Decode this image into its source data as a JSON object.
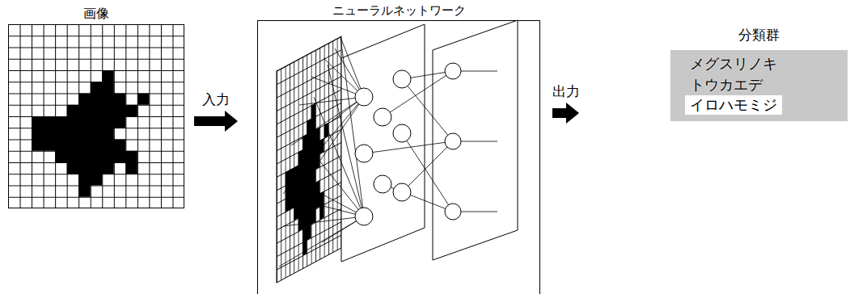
{
  "diagram": {
    "nodes": [
      {
        "text": [
          "画像"
        ]
      },
      {
        "text": [
          "ニューラルネットワーク"
        ]
      },
      {
        "text": [
          "分類群",
          "メグスリノキ",
          "トウカエデ"
        ]
      },
      {
        "text": [
          "イロハモミジ"
        ],
        "in": 2
      }
    ],
    "edges": [
      {
        "from": 0,
        "to": 1,
        "arrow": "to",
        "label": "入力"
      },
      {
        "from": 1,
        "to": 2,
        "arrow": "to",
        "label": "出力"
      }
    ]
  }
}
